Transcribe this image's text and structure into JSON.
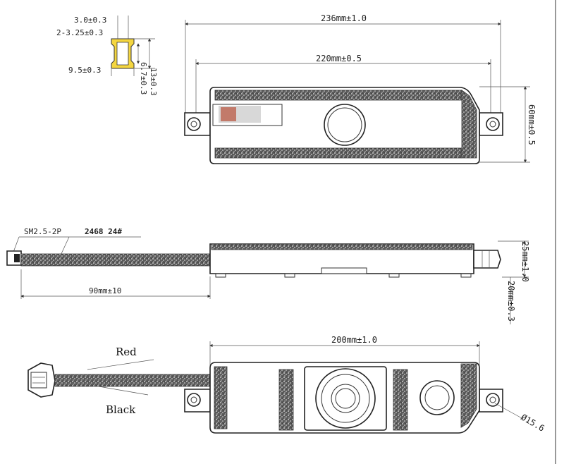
{
  "top_view": {
    "overall_width": "236mm±1.0",
    "inner_width": "220mm±0.5",
    "height": "60mm±0.5"
  },
  "slot_detail": {
    "top_width": "3.0±0.3",
    "slot_width": "2-3.25±0.3",
    "bottom_width": "9.5±0.3",
    "inner_height": "6.7±0.3",
    "outer_height": "13±0.3"
  },
  "side_view": {
    "connector": "SM2.5-2P",
    "cable_spec": "2468 24#",
    "cable_length": "90mm±10",
    "thickness_total": "25mm±1.0",
    "thickness_body": "20mm±0.3"
  },
  "bottom_view": {
    "width": "200mm±1.0",
    "wire_red": "Red",
    "wire_black": "Black",
    "hole_diameter": "Ø15.6"
  }
}
